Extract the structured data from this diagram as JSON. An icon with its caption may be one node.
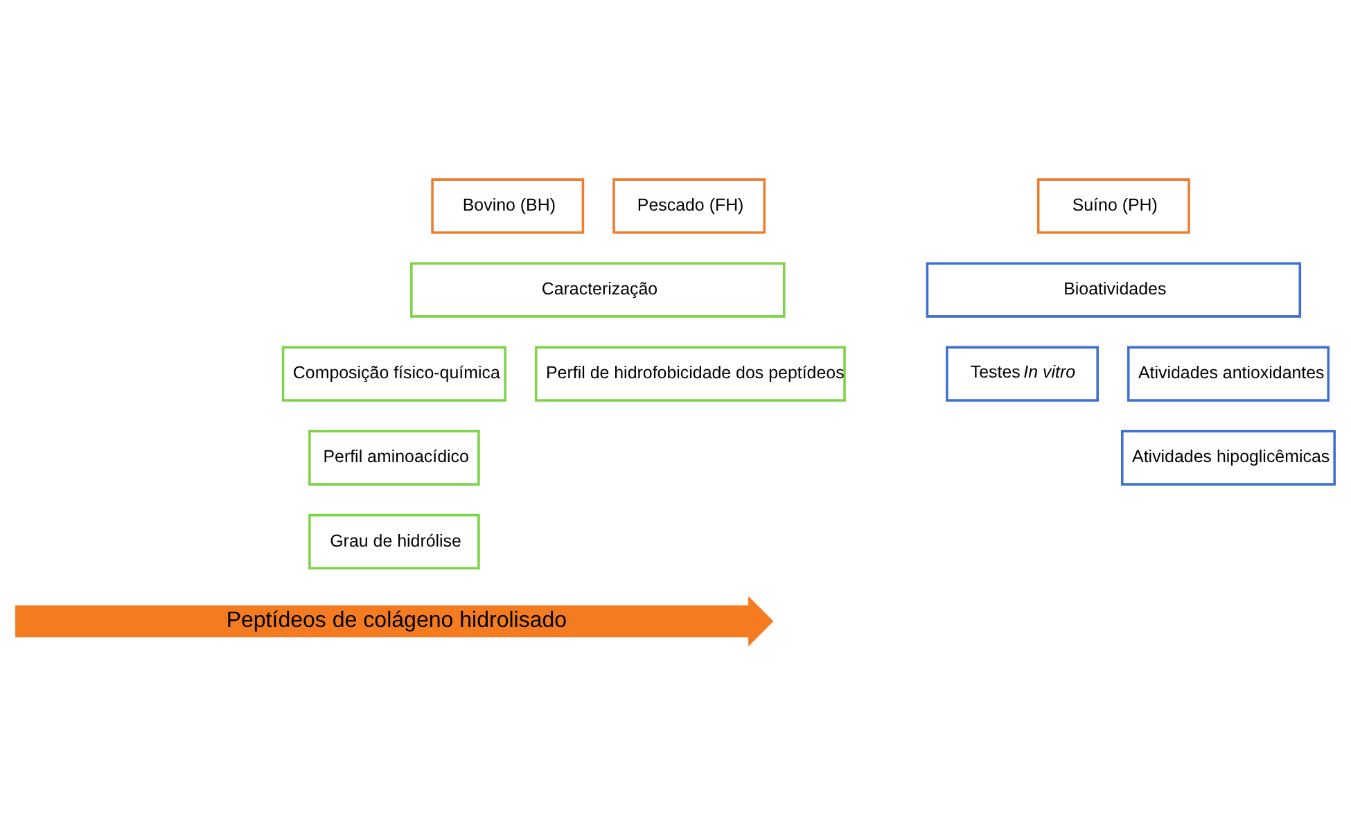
{
  "diagram": {
    "nodes": [
      {
        "text": [
          "Bovino (BH)"
        ]
      },
      {
        "text": [
          "Pescado (FH)"
        ]
      },
      {
        "text": [
          "Suíno (PH)"
        ]
      },
      {
        "text": [
          "Caracterização"
        ]
      },
      {
        "text": [
          "Bioatividades"
        ]
      },
      {
        "text": [
          "Composição físico-química"
        ]
      },
      {
        "text": [
          "Perfil de hidrofobicidade dos peptídeos"
        ]
      },
      {
        "text": [
          "Perfil aminoacídico"
        ]
      },
      {
        "text": [
          "Grau de hidrólise"
        ]
      },
      {
        "text": [
          "Testes *In vitro*"
        ]
      },
      {
        "text": [
          "Atividades antioxidantes"
        ]
      },
      {
        "text": [
          "Atividades hipoglicêmicas"
        ]
      },
      {
        "text": [
          "Peptídeos de colágeno hidrolisado"
        ]
      }
    ]
  }
}
